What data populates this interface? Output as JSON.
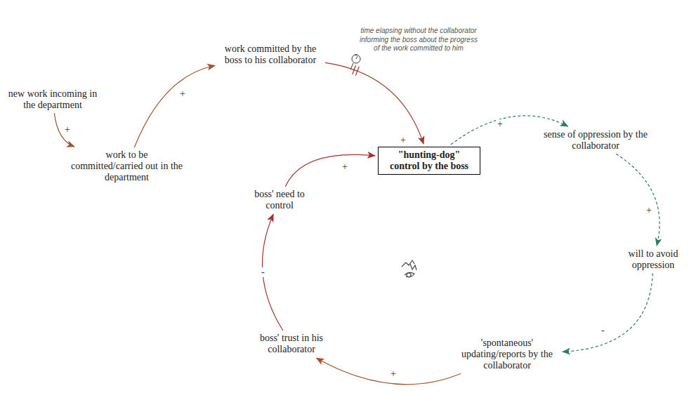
{
  "diagram": {
    "nodes": [
      {
        "text": [
          "new work incoming in the department"
        ]
      },
      {
        "text": [
          "work to be committed/carried out in the department"
        ]
      },
      {
        "text": [
          "work committed by the boss to his collaborator"
        ]
      },
      {
        "text": [
          "\"hunting-dog\" control by the boss"
        ]
      },
      {
        "text": [
          "sense of oppression by the collaborator"
        ]
      },
      {
        "text": [
          "will to avoid oppression"
        ]
      },
      {
        "text": [
          "'spontaneous' updating/reports by the collaborator"
        ]
      },
      {
        "text": [
          "boss' trust in his collaborator"
        ]
      },
      {
        "text": [
          "boss' need to control"
        ]
      }
    ],
    "edges": [
      {
        "from": 0,
        "to": 1,
        "arrow": "to",
        "label": "+"
      },
      {
        "from": 1,
        "to": 2,
        "arrow": "to",
        "label": "+"
      },
      {
        "from": 2,
        "to": 3,
        "arrow": "to",
        "label": "+"
      },
      {
        "from": 3,
        "to": 4,
        "arrow": "to",
        "label": "+"
      },
      {
        "from": 4,
        "to": 5,
        "arrow": "to",
        "label": "+"
      },
      {
        "from": 5,
        "to": 6,
        "arrow": "to",
        "label": "-"
      },
      {
        "from": 6,
        "to": 7,
        "arrow": "to",
        "label": "+"
      },
      {
        "from": 7,
        "to": 8,
        "arrow": "to",
        "label": "-"
      },
      {
        "from": 8,
        "to": 3,
        "arrow": "to",
        "label": "+"
      }
    ],
    "labels": [
      "time elapsing without the collaborator informing the boss about the progress of the work committed to him"
    ]
  }
}
